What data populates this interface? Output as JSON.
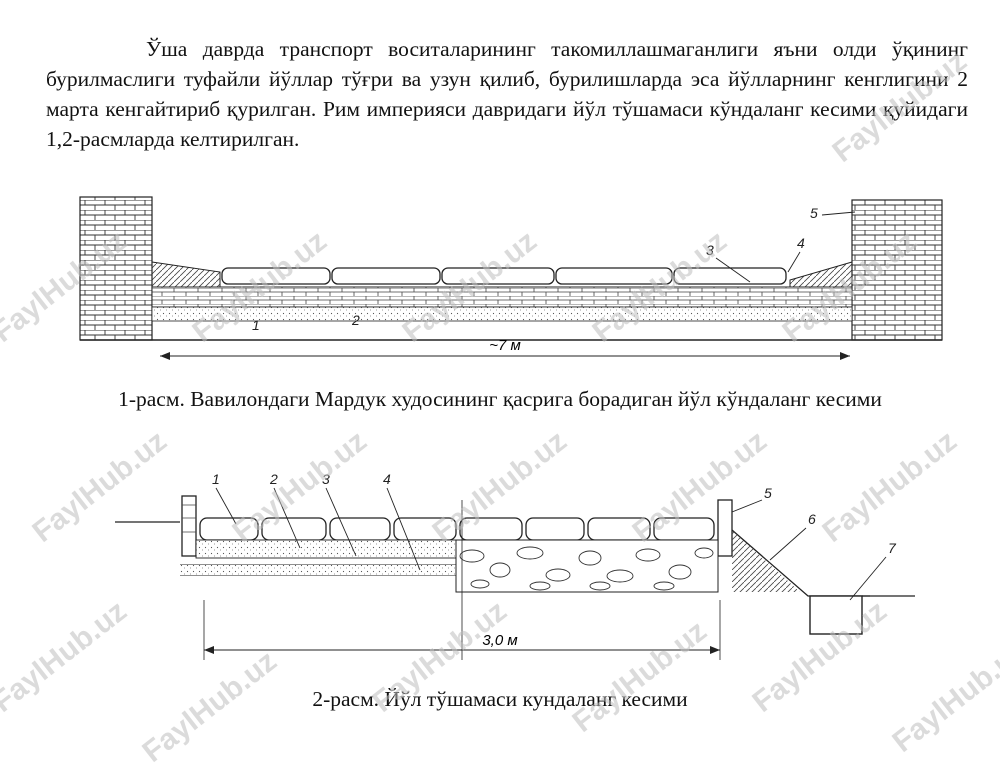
{
  "paragraph": "Ўша даврда транспорт воситаларининг такомиллашмаганлиги яъни олди ўқининг бурилмаслиги туфайли йўллар тўғри ва узун қилиб, бурилишларда эса йўлларнинг кенглигини 2 марта кенгайтириб қурилган. Рим империяси давридаги йўл тўшамаси кўндаланг кесими қуйидаги 1,2-расмларда келтирилган.",
  "figure1": {
    "caption": "1-расм. Вавилондаги Мардук худосининг қасрига борадиган йўл кўндаланг кесими",
    "dimension": "~7 м",
    "labels": [
      "1",
      "2",
      "3",
      "4",
      "5"
    ]
  },
  "figure2": {
    "caption": "2-расм. Йўл тўшамаси кундаланг кесими",
    "dimension": "3,0 м",
    "labels": [
      "1",
      "2",
      "3",
      "4",
      "5",
      "6",
      "7"
    ]
  },
  "watermark": "FaylHub.uz"
}
